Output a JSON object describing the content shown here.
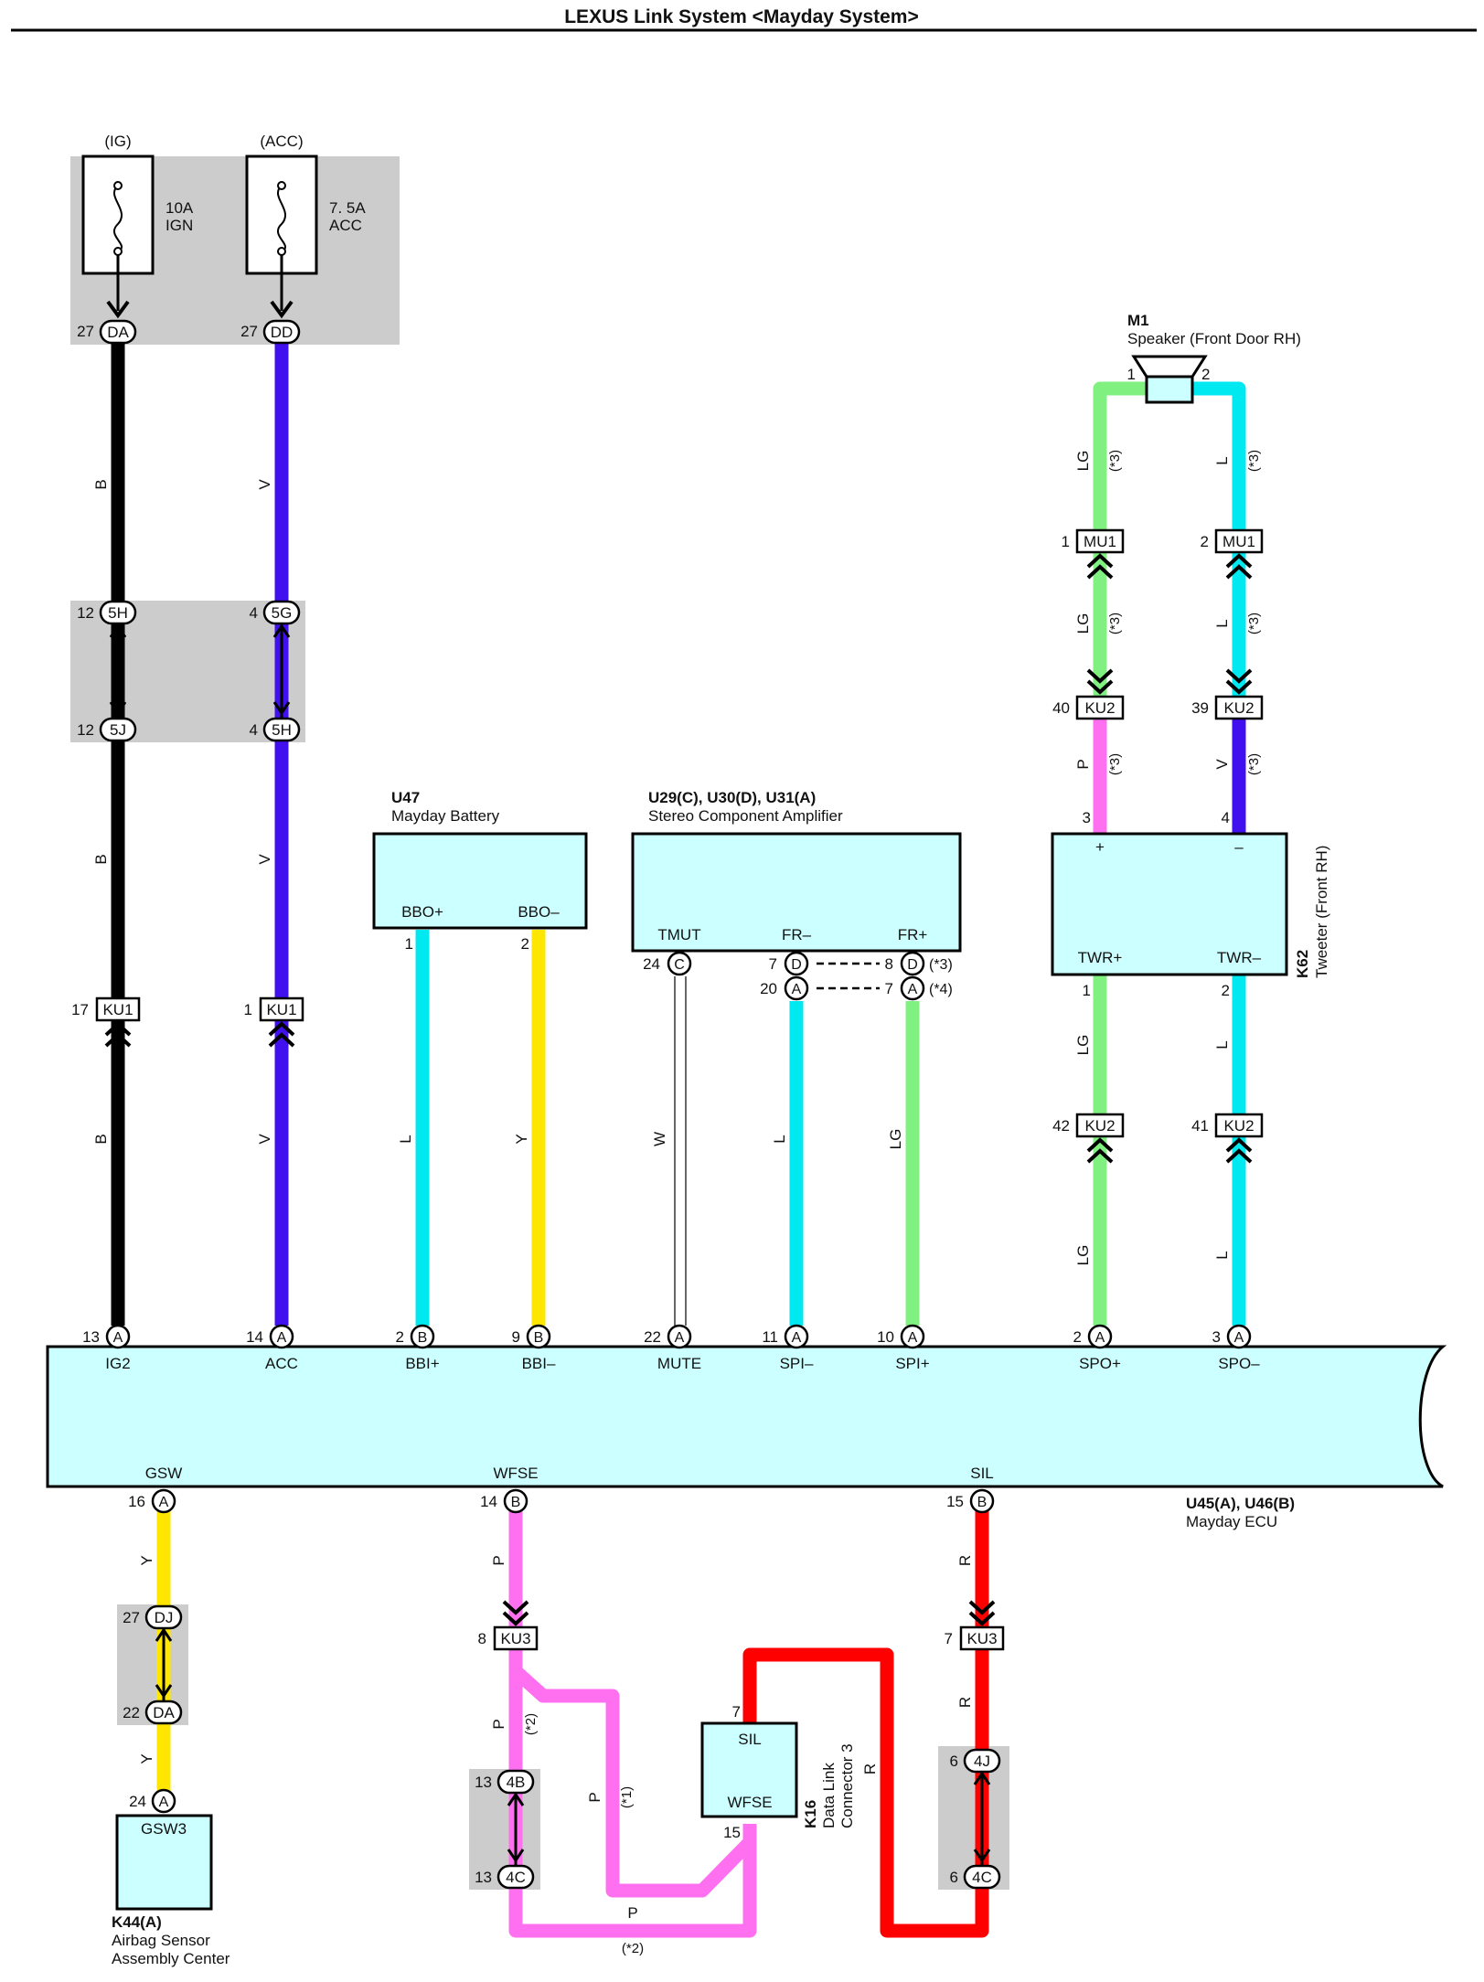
{
  "title": "LEXUS Link System <Mayday System>",
  "colors": {
    "box_fill": "#ccffff",
    "shade": "#cccccc",
    "B": "#000000",
    "V": "#4010ee",
    "L": "#00e8f0",
    "Y": "#ffe600",
    "LG": "#80f080",
    "P": "#ff70f0",
    "R": "#ff0000",
    "W": "#ffffff"
  },
  "fuses": {
    "ig": {
      "label": "(IG)",
      "amp": "10A",
      "name": "IGN",
      "pin": "27",
      "conn": "DA",
      "wire": "B"
    },
    "acc": {
      "label": "(ACC)",
      "amp": "7. 5A",
      "name": "ACC",
      "pin": "27",
      "conn": "DD",
      "wire": "V"
    }
  },
  "junctions": [
    {
      "top_pin": "12",
      "top_conn": "5H",
      "bot_pin": "12",
      "bot_conn": "5J"
    },
    {
      "top_pin": "4",
      "top_conn": "5G",
      "bot_pin": "4",
      "bot_conn": "5H"
    },
    {
      "top_pin": "27",
      "top_conn": "DJ",
      "bot_pin": "22",
      "bot_conn": "DA"
    },
    {
      "top_pin": "13",
      "top_conn": "4B",
      "bot_pin": "13",
      "bot_conn": "4C"
    },
    {
      "top_pin": "6",
      "top_conn": "4J",
      "bot_pin": "6",
      "bot_conn": "4C"
    }
  ],
  "inline_connectors": [
    {
      "pin": "17",
      "label": "KU1"
    },
    {
      "pin": "1",
      "label": "KU1"
    },
    {
      "pin": "1",
      "label": "MU1"
    },
    {
      "pin": "2",
      "label": "MU1"
    },
    {
      "pin": "40",
      "label": "KU2"
    },
    {
      "pin": "39",
      "label": "KU2"
    },
    {
      "pin": "42",
      "label": "KU2"
    },
    {
      "pin": "41",
      "label": "KU2"
    },
    {
      "pin": "8",
      "label": "KU3"
    },
    {
      "pin": "7",
      "label": "KU3"
    }
  ],
  "components": {
    "battery": {
      "code": "U47",
      "name": "Mayday Battery",
      "pins": [
        "BBO+",
        "BBO–"
      ],
      "pin_nums": [
        "1",
        "2"
      ]
    },
    "amp": {
      "code": "U29(C), U30(D), U31(A)",
      "name": "Stereo Component Amplifier",
      "pins": [
        "TMUT",
        "FR–",
        "FR+"
      ],
      "tmut": {
        "pin": "24",
        "conn": "C"
      },
      "frm_a": {
        "pin": "7",
        "conn": "D"
      },
      "frm_b": {
        "pin": "20",
        "conn": "A"
      },
      "frp_a": {
        "pin": "8",
        "conn": "D",
        "note": "(*3)"
      },
      "frp_b": {
        "pin": "7",
        "conn": "A",
        "note": "(*4)"
      }
    },
    "speaker": {
      "code": "M1",
      "name": "Speaker (Front Door RH)",
      "pin1": "1",
      "pin2": "2"
    },
    "tweeter": {
      "code": "K62",
      "name": "Tweeter (Front RH)",
      "plus": "+",
      "minus": "–",
      "pins": [
        "TWR+",
        "TWR–"
      ],
      "pin_nums_top": [
        "3",
        "4"
      ],
      "pin_nums_bot": [
        "1",
        "2"
      ]
    },
    "ecu": {
      "code": "U45(A), U46(B)",
      "name": "Mayday ECU"
    },
    "airbag": {
      "code": "K44(A)",
      "name_line1": "Airbag Sensor",
      "name_line2": "Assembly Center",
      "pin_label": "GSW3",
      "pin": "24",
      "conn": "A"
    },
    "dlc": {
      "code": "K16",
      "name_line1": "Data Link",
      "name_line2": "Connector 3",
      "pins": [
        "SIL",
        "WFSE"
      ],
      "pin_nums": [
        "7",
        "15"
      ]
    }
  },
  "ecu_top_pins": [
    {
      "num": "13",
      "conn": "A",
      "name": "IG2"
    },
    {
      "num": "14",
      "conn": "A",
      "name": "ACC"
    },
    {
      "num": "2",
      "conn": "B",
      "name": "BBI+"
    },
    {
      "num": "9",
      "conn": "B",
      "name": "BBI–"
    },
    {
      "num": "22",
      "conn": "A",
      "name": "MUTE"
    },
    {
      "num": "11",
      "conn": "A",
      "name": "SPI–"
    },
    {
      "num": "10",
      "conn": "A",
      "name": "SPI+"
    },
    {
      "num": "2",
      "conn": "A",
      "name": "SPO+"
    },
    {
      "num": "3",
      "conn": "A",
      "name": "SPO–"
    }
  ],
  "ecu_bottom_pins": [
    {
      "num": "16",
      "conn": "A",
      "name": "GSW"
    },
    {
      "num": "14",
      "conn": "B",
      "name": "WFSE"
    },
    {
      "num": "15",
      "conn": "B",
      "name": "SIL"
    }
  ],
  "wire_labels": {
    "B": "B",
    "V": "V",
    "L": "L",
    "Y": "Y",
    "W": "W",
    "LG": "LG",
    "P": "P",
    "R": "R"
  },
  "notes": {
    "n1": "(*1)",
    "n2": "(*2)",
    "n3": "(*3)",
    "n4": "(*4)"
  }
}
